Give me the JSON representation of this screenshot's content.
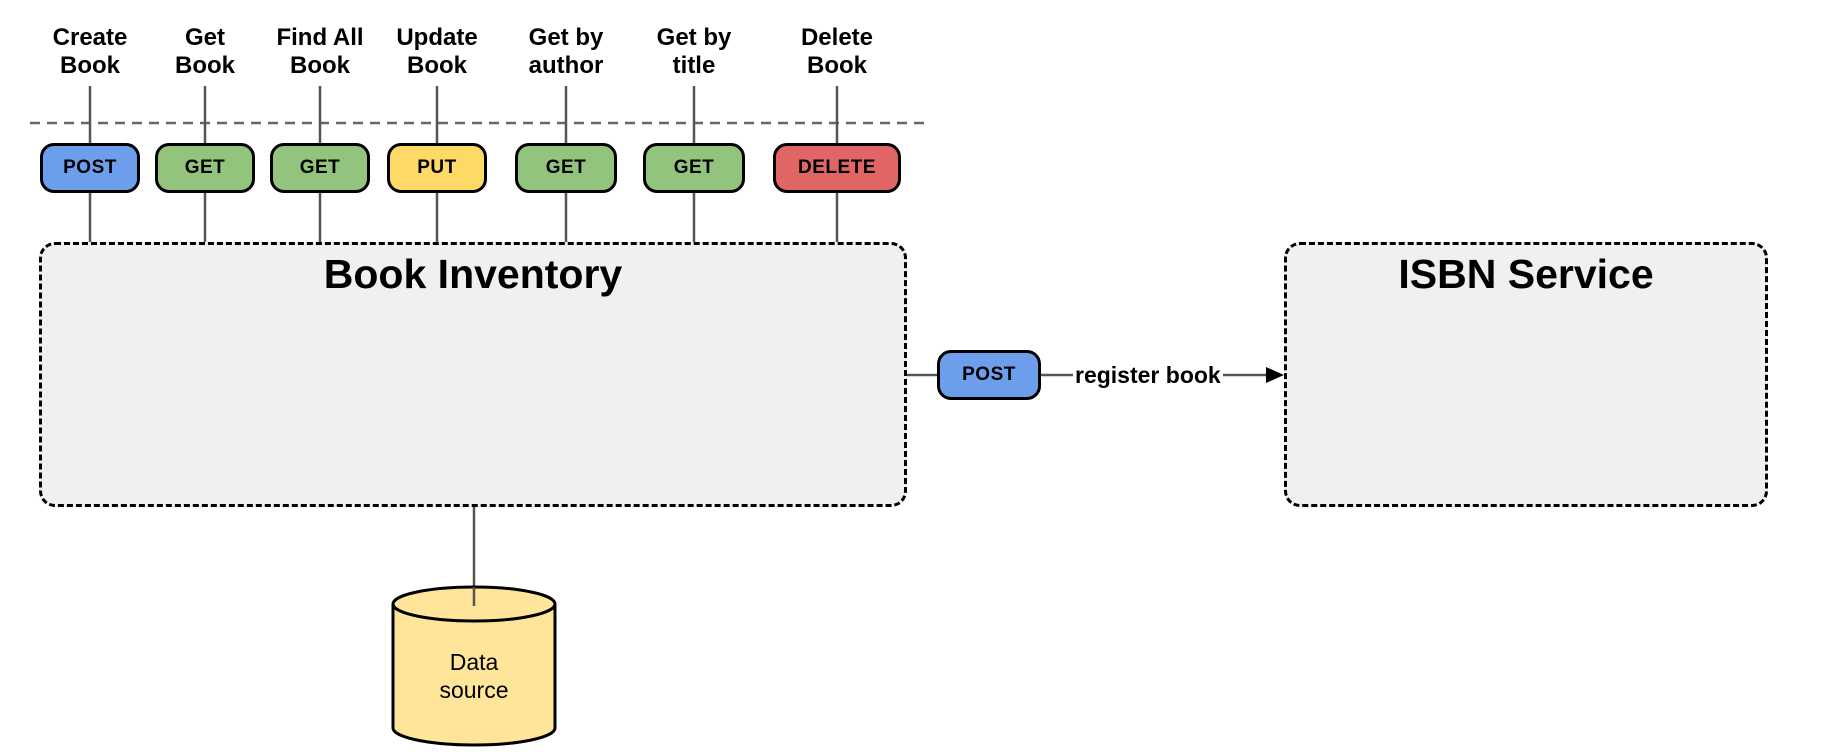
{
  "operations": [
    {
      "label": "Create\nBook",
      "method": "POST"
    },
    {
      "label": "Get\nBook",
      "method": "GET"
    },
    {
      "label": "Find All\nBook",
      "method": "GET"
    },
    {
      "label": "Update\nBook",
      "method": "PUT"
    },
    {
      "label": "Get by\nauthor",
      "method": "GET"
    },
    {
      "label": "Get by\ntitle",
      "method": "GET"
    },
    {
      "label": "Delete\nBook",
      "method": "DELETE"
    }
  ],
  "method_colors": {
    "POST": "#6d9eeb",
    "GET": "#93c47d",
    "PUT": "#ffd966",
    "DELETE": "#e06666"
  },
  "services": {
    "book_inventory": {
      "title": "Book Inventory"
    },
    "isbn_service": {
      "title": "ISBN Service"
    }
  },
  "connector": {
    "method": "POST",
    "label": "register book"
  },
  "datasource": {
    "label": "Data\nsource",
    "color": "#ffe599"
  },
  "box_fill": "#f0f0f0"
}
